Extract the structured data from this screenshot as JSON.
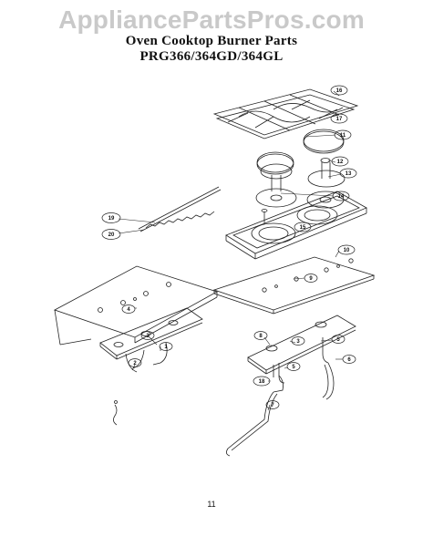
{
  "watermark": "AppliancePartsPros.com",
  "title_line1": "Oven Cooktop Burner Parts",
  "title_line2": "PRG366/364GD/364GL",
  "page_number": "11",
  "callouts": [
    {
      "id": "c16",
      "label": "16"
    },
    {
      "id": "c17",
      "label": "17"
    },
    {
      "id": "c11",
      "label": "11"
    },
    {
      "id": "c12",
      "label": "12"
    },
    {
      "id": "c13",
      "label": "13"
    },
    {
      "id": "c14",
      "label": "14"
    },
    {
      "id": "c15",
      "label": "15"
    },
    {
      "id": "c19",
      "label": "19"
    },
    {
      "id": "c20",
      "label": "20"
    },
    {
      "id": "c10",
      "label": "10"
    },
    {
      "id": "c9",
      "label": "9"
    },
    {
      "id": "c4",
      "label": "4"
    },
    {
      "id": "c3a",
      "label": "3"
    },
    {
      "id": "c1",
      "label": "1"
    },
    {
      "id": "c2",
      "label": "2"
    },
    {
      "id": "c8",
      "label": "8"
    },
    {
      "id": "c3b",
      "label": "3"
    },
    {
      "id": "c5a",
      "label": "5"
    },
    {
      "id": "c6",
      "label": "6"
    },
    {
      "id": "c18",
      "label": "18"
    },
    {
      "id": "c5b",
      "label": "5"
    },
    {
      "id": "c7",
      "label": "7"
    }
  ]
}
